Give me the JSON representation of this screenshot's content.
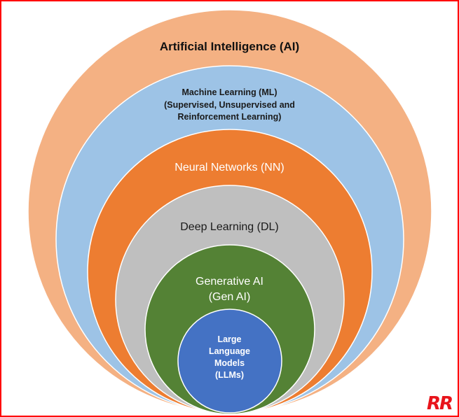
{
  "diagram": {
    "type": "nested-circles",
    "layers": [
      {
        "id": "ai",
        "label_lines": [
          "Artificial Intelligence (AI)"
        ],
        "color": "#f4b183"
      },
      {
        "id": "ml",
        "label_lines": [
          "Machine Learning (ML)",
          "(Supervised, Unsupervised and",
          "Reinforcement Learning)"
        ],
        "color": "#9dc3e6"
      },
      {
        "id": "nn",
        "label_lines": [
          "Neural Networks (NN)"
        ],
        "color": "#ed7d31"
      },
      {
        "id": "dl",
        "label_lines": [
          "Deep Learning (DL)"
        ],
        "color": "#bfbfbf"
      },
      {
        "id": "gen",
        "label_lines": [
          "Generative AI",
          "(Gen AI)"
        ],
        "color": "#548235"
      },
      {
        "id": "llm",
        "label_lines": [
          "Large",
          "Language",
          "Models",
          "(LLMs)"
        ],
        "color": "#4472c4"
      }
    ],
    "border_color": "#ff0000"
  },
  "watermark": {
    "text": "RR",
    "color": "#e8141b"
  }
}
